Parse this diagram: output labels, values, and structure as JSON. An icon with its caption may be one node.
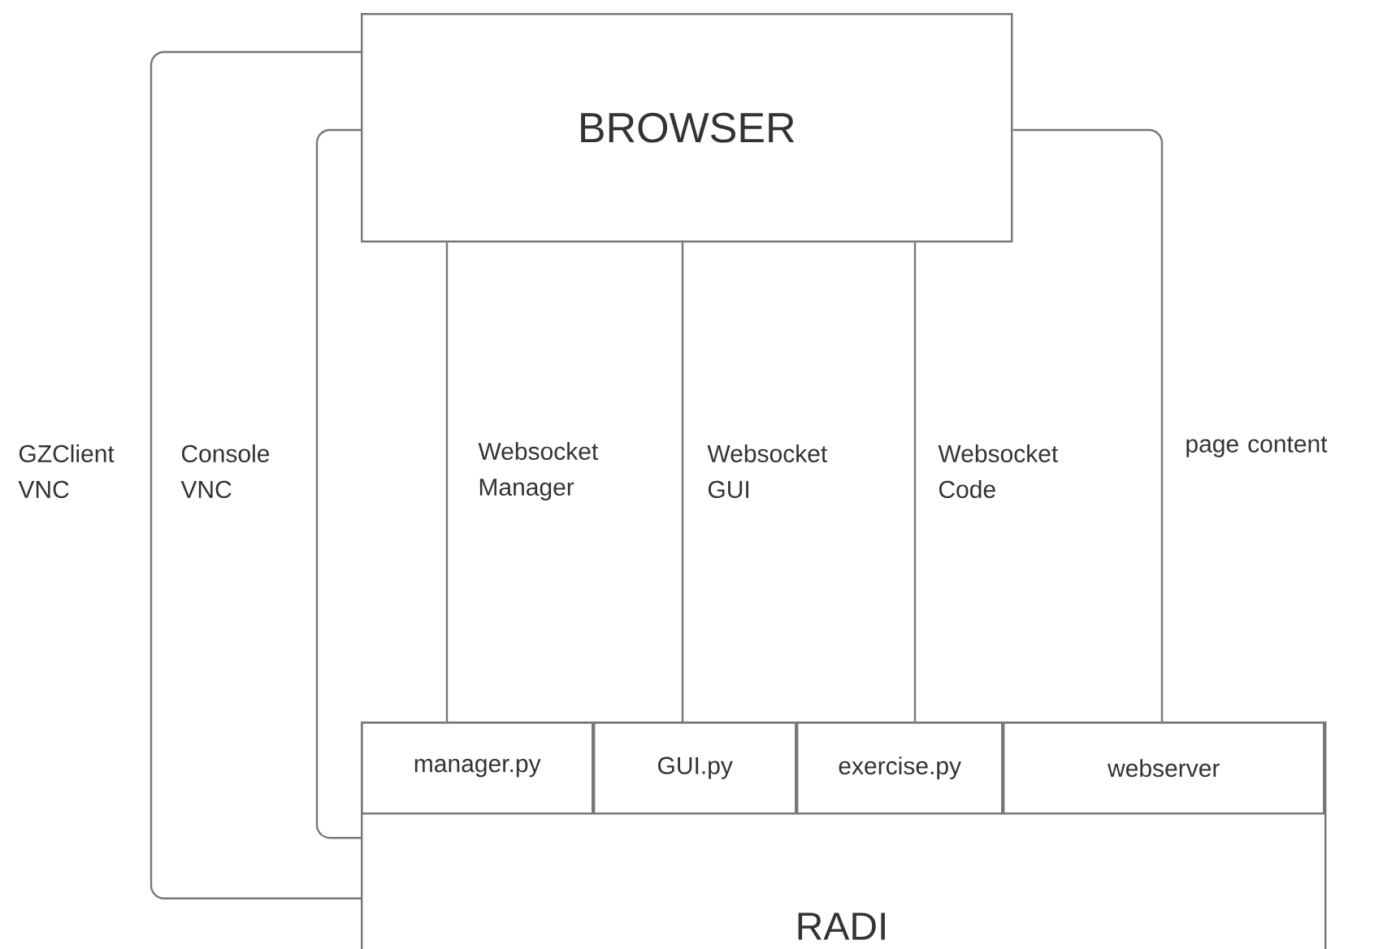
{
  "diagram": {
    "nodes": [
      {
        "text": [
          "BROWSER"
        ]
      },
      {
        "text": [
          "RADI"
        ]
      },
      {
        "text": [
          "manager.py"
        ],
        "in": 1
      },
      {
        "text": [
          "GUI.py"
        ],
        "in": 1
      },
      {
        "text": [
          "exercise.py"
        ],
        "in": 1
      },
      {
        "text": [
          "webserver"
        ],
        "in": 1
      }
    ],
    "edges": [
      {
        "from": 0,
        "to": 2,
        "arrow": "none",
        "label": "Websocket Manager"
      },
      {
        "from": 0,
        "to": 3,
        "arrow": "none",
        "label": "Websocket GUI"
      },
      {
        "from": 0,
        "to": 4,
        "arrow": "none",
        "label": "Websocket Code"
      },
      {
        "from": 0,
        "to": 5,
        "arrow": "none",
        "label": "page content"
      },
      {
        "from": 0,
        "to": 1,
        "arrow": "none",
        "label": "Console VNC"
      },
      {
        "from": 0,
        "to": 1,
        "arrow": "none",
        "label": "GZClient VNC"
      }
    ]
  }
}
